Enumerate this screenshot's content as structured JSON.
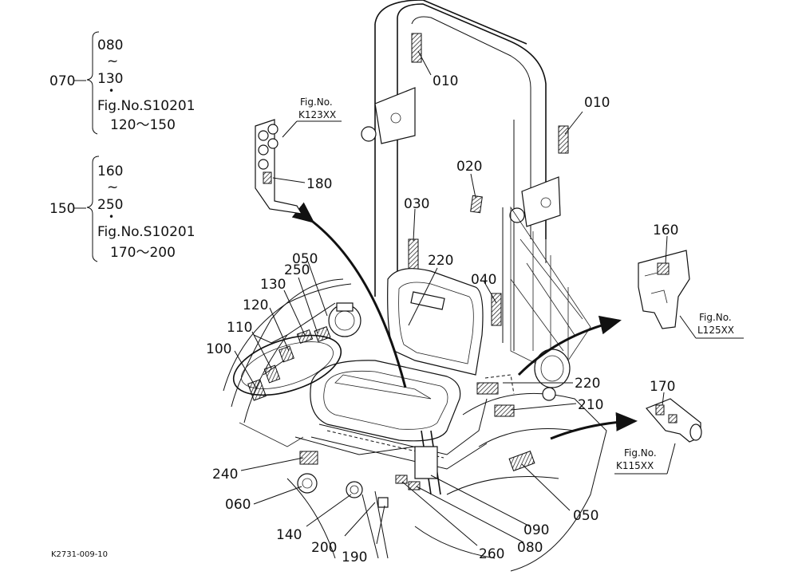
{
  "legend": {
    "group_a": {
      "ref": "070",
      "from": "080",
      "tilde": "~",
      "to": "130",
      "dot": "•",
      "fig": "Fig.No.S10201",
      "range": "120～150"
    },
    "group_b": {
      "ref": "150",
      "from": "160",
      "tilde": "~",
      "to": "250",
      "dot": "•",
      "fig": "Fig.No.S10201",
      "range": "170～200"
    }
  },
  "figrefs": {
    "k123": {
      "label": "Fig.No.",
      "code": "K123XX"
    },
    "l125": {
      "label": "Fig.No.",
      "code": "L125XX"
    },
    "k115": {
      "label": "Fig.No.",
      "code": "K115XX"
    }
  },
  "callouts": {
    "c010a": "010",
    "c010b": "010",
    "c020": "020",
    "c030": "030",
    "c040": "040",
    "c050a": "050",
    "c050b": "050",
    "c060": "060",
    "c080": "080",
    "c090": "090",
    "c100": "100",
    "c110": "110",
    "c120": "120",
    "c130": "130",
    "c140": "140",
    "c160": "160",
    "c170": "170",
    "c180": "180",
    "c190": "190",
    "c200": "200",
    "c210": "210",
    "c220a": "220",
    "c220b": "220",
    "c240": "240",
    "c250": "250",
    "c260": "260"
  },
  "footer": {
    "code": "K2731-009-10"
  }
}
